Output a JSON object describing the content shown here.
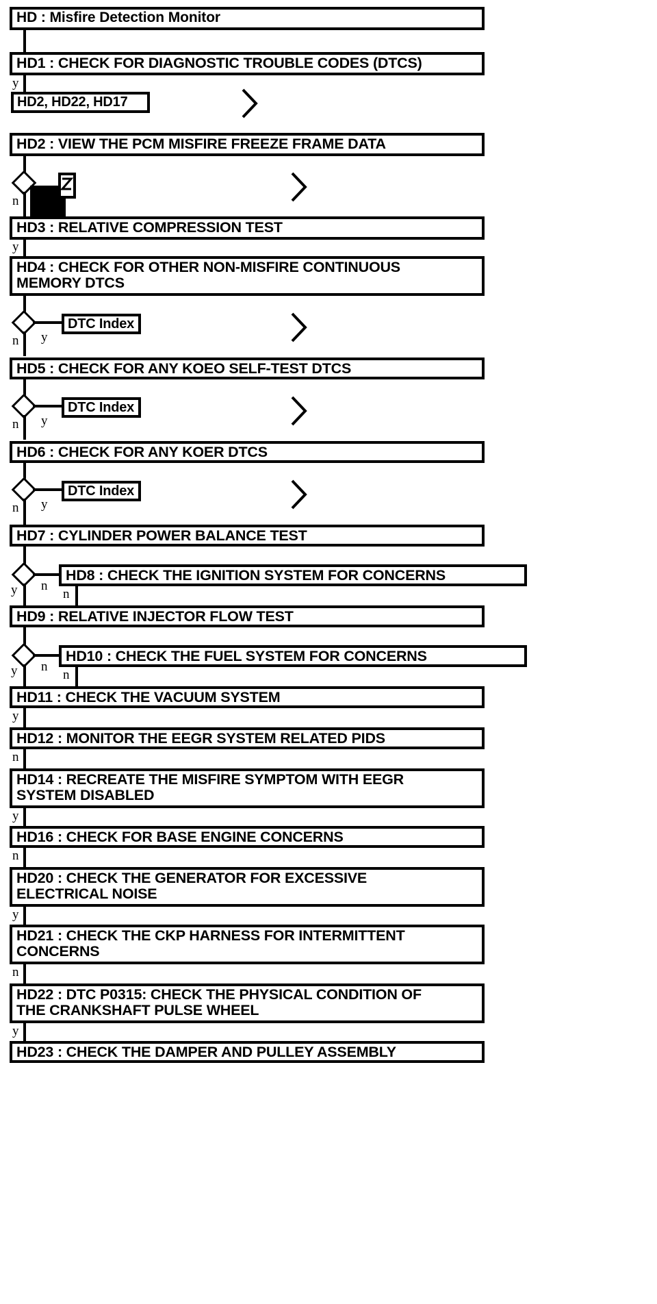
{
  "diagram": {
    "title": "HD : Misfire Detection Monitor",
    "type": "flowchart",
    "orientation": "vertical"
  },
  "nodes": [
    {
      "id": "HD",
      "label": "HD : Misfire Detection Monitor",
      "kind": "title"
    },
    {
      "id": "HD1",
      "label": "HD1 : CHECK FOR DIAGNOSTIC TROUBLE CODES (DTCS)",
      "kind": "step"
    },
    {
      "id": "REF1",
      "label": "HD2, HD22, HD17",
      "kind": "ref"
    },
    {
      "id": "HD2",
      "label": "HD2 : VIEW THE PCM MISFIRE FREEZE FRAME DATA",
      "kind": "step"
    },
    {
      "id": "REF2",
      "label": "",
      "kind": "redacted-ref"
    },
    {
      "id": "HD3",
      "label": "HD3 : RELATIVE COMPRESSION TEST",
      "kind": "step"
    },
    {
      "id": "HD4",
      "label": "HD4 : CHECK FOR OTHER NON-MISFIRE CONTINUOUS\nMEMORY DTCS",
      "kind": "step"
    },
    {
      "id": "REF3",
      "label": "DTC Index",
      "kind": "ref"
    },
    {
      "id": "HD5",
      "label": "HD5 : CHECK FOR ANY KOEO SELF-TEST DTCS",
      "kind": "step"
    },
    {
      "id": "REF4",
      "label": "DTC Index",
      "kind": "ref"
    },
    {
      "id": "HD6",
      "label": "HD6 : CHECK FOR ANY KOER DTCS",
      "kind": "step"
    },
    {
      "id": "REF5",
      "label": "DTC Index",
      "kind": "ref"
    },
    {
      "id": "HD7",
      "label": "HD7 : CYLINDER POWER BALANCE TEST",
      "kind": "step"
    },
    {
      "id": "HD8",
      "label": "HD8 : CHECK THE IGNITION SYSTEM FOR CONCERNS",
      "kind": "step"
    },
    {
      "id": "HD9",
      "label": "HD9 : RELATIVE INJECTOR FLOW TEST",
      "kind": "step"
    },
    {
      "id": "HD10",
      "label": "HD10 : CHECK THE FUEL SYSTEM FOR CONCERNS",
      "kind": "step"
    },
    {
      "id": "HD11",
      "label": "HD11 : CHECK THE VACUUM SYSTEM",
      "kind": "step"
    },
    {
      "id": "HD12",
      "label": "HD12 : MONITOR THE EEGR SYSTEM RELATED PIDS",
      "kind": "step"
    },
    {
      "id": "HD14",
      "label": "HD14 : RECREATE THE MISFIRE SYMPTOM WITH EEGR\nSYSTEM DISABLED",
      "kind": "step"
    },
    {
      "id": "HD16",
      "label": "HD16 : CHECK FOR BASE ENGINE CONCERNS",
      "kind": "step"
    },
    {
      "id": "HD20",
      "label": "HD20 : CHECK THE GENERATOR FOR EXCESSIVE\nELECTRICAL NOISE",
      "kind": "step"
    },
    {
      "id": "HD21",
      "label": "HD21 : CHECK THE CKP HARNESS FOR INTERMITTENT\nCONCERNS",
      "kind": "step"
    },
    {
      "id": "HD22",
      "label": "HD22 : DTC P0315: CHECK THE PHYSICAL CONDITION OF\nTHE CRANKSHAFT PULSE WHEEL",
      "kind": "step"
    },
    {
      "id": "HD23",
      "label": "HD23 : CHECK THE DAMPER AND PULLEY ASSEMBLY",
      "kind": "step"
    }
  ],
  "branch_labels": {
    "after_hd1": "y",
    "hd2_diamond_n": "n",
    "hd3_y": "y",
    "hd4_n": "n",
    "hd4_y": "y",
    "hd5_n": "n",
    "hd5_y": "y",
    "hd6_n": "n",
    "hd6_y": "y",
    "hd7_y": "y",
    "hd7_n": "n",
    "hd8_n": "n",
    "hd9_y": "y",
    "hd9_n": "n",
    "hd10_n": "n",
    "hd11_y": "y",
    "hd12_n": "n",
    "hd14_y": "y",
    "hd16_n": "n",
    "hd20_y": "y",
    "hd21_n": "n",
    "hd22_y": "y"
  },
  "icons": {
    "goto": "chevron-right-icon",
    "decision": "diamond-icon",
    "redaction": "redaction-block"
  },
  "colors": {
    "stroke": "#000000",
    "fill": "#FFFFFF",
    "redaction": "#000000"
  }
}
